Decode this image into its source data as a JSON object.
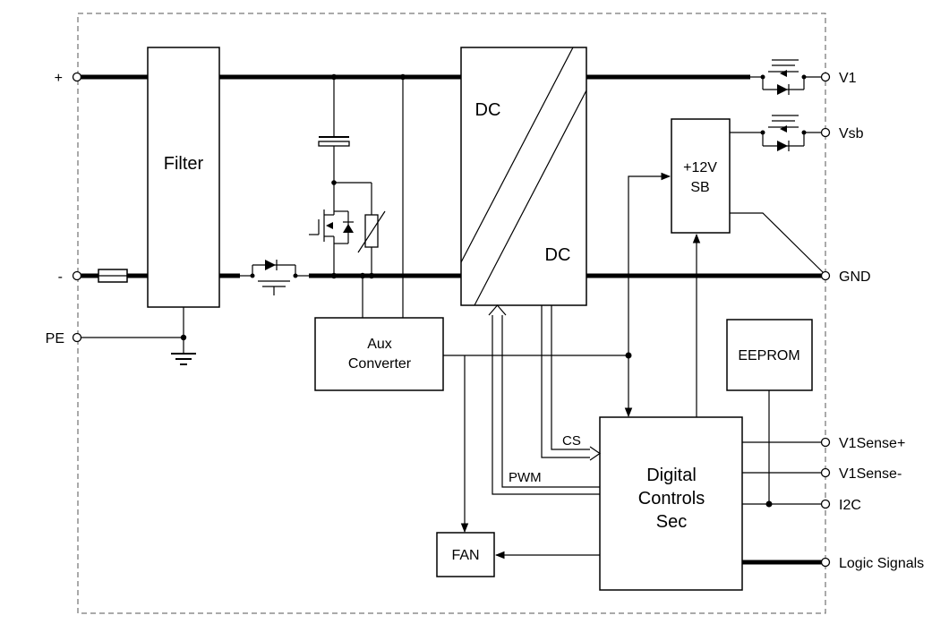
{
  "blocks": {
    "filter": "Filter",
    "dc_in": "DC",
    "dc_out": "DC",
    "aux_line1": "Aux",
    "aux_line2": "Converter",
    "sb_line1": "+12V",
    "sb_line2": "SB",
    "eeprom": "EEPROM",
    "fan": "FAN",
    "ctrl_line1": "Digital",
    "ctrl_line2": "Controls",
    "ctrl_line3": "Sec"
  },
  "terminals": {
    "plus": "+",
    "minus": "-",
    "pe": "PE",
    "v1": "V1",
    "vsb": "Vsb",
    "gnd": "GND",
    "v1sense_plus": "V1Sense+",
    "v1sense_minus": "V1Sense-",
    "i2c": "I2C",
    "logic": "Logic Signals"
  },
  "signals": {
    "cs": "CS",
    "pwm": "PWM"
  }
}
